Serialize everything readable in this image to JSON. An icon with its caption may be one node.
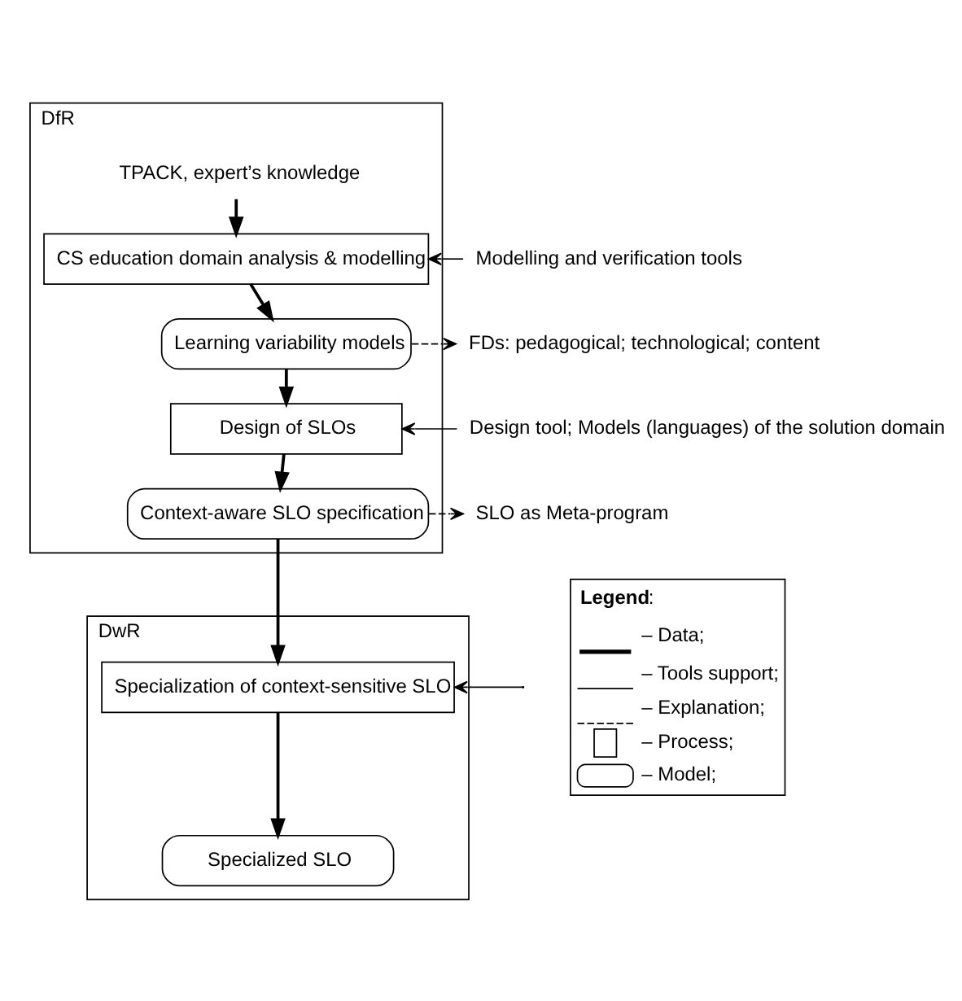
{
  "diagram": {
    "nodes": [
      {
        "text": [
          "DfR"
        ]
      },
      {
        "text": [
          "TPACK, expert’s knowledge"
        ],
        "in": 0
      },
      {
        "text": [
          "CS education domain analysis & modelling"
        ],
        "in": 0
      },
      {
        "text": [
          "Modelling and verification tools"
        ]
      },
      {
        "text": [
          "Learning variability models"
        ],
        "in": 0
      },
      {
        "text": [
          "FDs: pedagogical; technological; content"
        ]
      },
      {
        "text": [
          "Design of SLOs"
        ],
        "in": 0
      },
      {
        "text": [
          "Design tool; Models (languages) of the solution domain"
        ]
      },
      {
        "text": [
          "Context-aware SLO specification"
        ],
        "in": 0
      },
      {
        "text": [
          "SLO as Meta-program"
        ]
      },
      {
        "text": [
          "DwR"
        ]
      },
      {
        "text": [
          "Specialization of context-sensitive SLO"
        ],
        "in": 10
      },
      {
        "text": [
          "Specialized SLO"
        ],
        "in": 10
      }
    ],
    "edges": [
      {
        "from": 1,
        "to": 2,
        "arrow": "to"
      },
      {
        "from": 3,
        "to": 2,
        "arrow": "to"
      },
      {
        "from": 2,
        "to": 4,
        "arrow": "to"
      },
      {
        "from": 4,
        "to": 5,
        "arrow": "to",
        "style": "dashed"
      },
      {
        "from": 4,
        "to": 6,
        "arrow": "to"
      },
      {
        "from": 7,
        "to": 6,
        "arrow": "to"
      },
      {
        "from": 6,
        "to": 8,
        "arrow": "to"
      },
      {
        "from": 8,
        "to": 9,
        "arrow": "to",
        "style": "dashed"
      },
      {
        "from": 8,
        "to": 11,
        "arrow": "to"
      },
      {
        "from": null,
        "to": 11,
        "arrow": "to"
      },
      {
        "from": 11,
        "to": 12,
        "arrow": "to"
      }
    ],
    "labels": [
      "**Legend**:"
    ],
    "legend": [
      {
        "text": "– Data;"
      },
      {
        "text": "– Tools support;"
      },
      {
        "text": "– Explanation;"
      },
      {
        "text": "– Process;"
      },
      {
        "text": "– Model;"
      }
    ]
  }
}
